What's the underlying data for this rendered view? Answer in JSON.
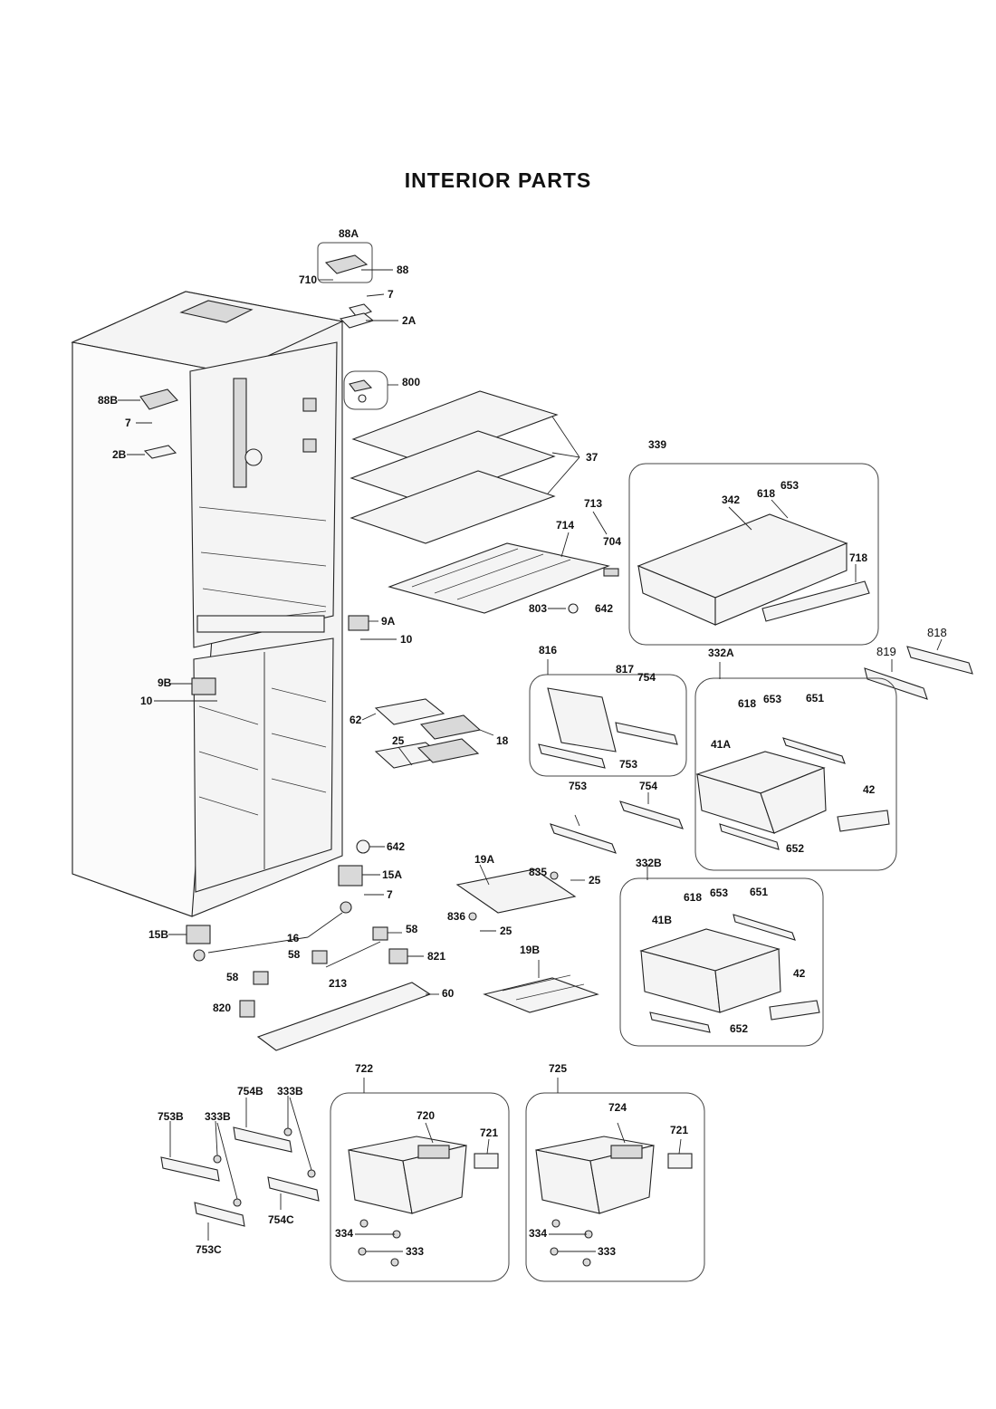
{
  "title": "INTERIOR PARTS",
  "labels": {
    "88A": "88A",
    "88": "88",
    "710": "710",
    "7": "7",
    "2A": "2A",
    "800": "800",
    "88B": "88B",
    "2B": "2B",
    "37": "37",
    "339": "339",
    "342": "342",
    "618": "618",
    "653": "653",
    "713": "713",
    "714": "714",
    "704": "704",
    "718": "718",
    "803": "803",
    "642": "642",
    "9A": "9A",
    "10": "10",
    "818": "818",
    "819": "819",
    "816": "816",
    "817": "817",
    "754": "754",
    "753": "753",
    "332A": "332A",
    "651": "651",
    "41A": "41A",
    "42": "42",
    "652": "652",
    "9B": "9B",
    "62": "62",
    "18": "18",
    "25": "25",
    "15A": "15A",
    "19A": "19A",
    "835": "835",
    "836": "836",
    "332B": "332B",
    "41B": "41B",
    "15B": "15B",
    "16": "16",
    "58": "58",
    "821": "821",
    "213": "213",
    "19B": "19B",
    "60": "60",
    "820": "820",
    "722": "722",
    "725": "725",
    "753B": "753B",
    "333B": "333B",
    "754B": "754B",
    "720": "720",
    "721": "721",
    "724": "724",
    "754C": "754C",
    "753C": "753C",
    "334": "334",
    "333": "333"
  }
}
